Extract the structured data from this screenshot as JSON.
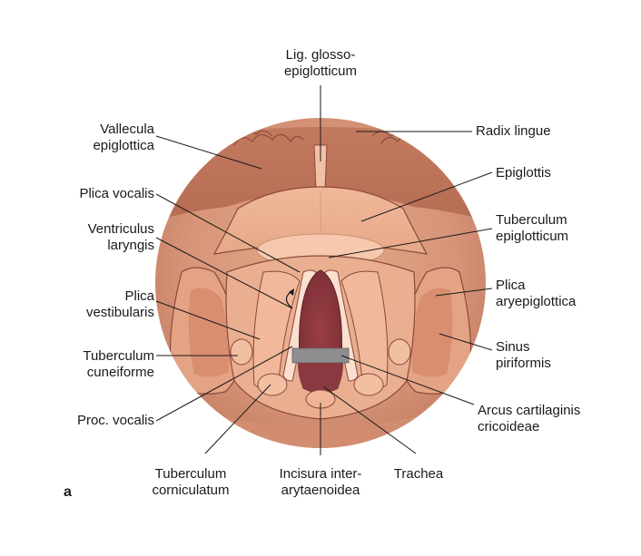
{
  "figure": {
    "panel_label": "a",
    "labels": {
      "lig_glosso": [
        "Lig. glosso-",
        "epiglotticum"
      ],
      "vallecula": [
        "Vallecula",
        "epiglottica"
      ],
      "radix": [
        "Radix lingue"
      ],
      "epiglottis": [
        "Epiglottis"
      ],
      "plica_vocalis": [
        "Plica vocalis"
      ],
      "ventriculus": [
        "Ventriculus",
        "laryngis"
      ],
      "tuberculum_epi": [
        "Tuberculum",
        "epiglotticum"
      ],
      "plica_vest": [
        "Plica",
        "vestibularis"
      ],
      "plica_arye": [
        "Plica",
        "aryepiglottica"
      ],
      "tuberculum_cun": [
        "Tuberculum",
        "cuneiforme"
      ],
      "sinus": [
        "Sinus",
        "piriformis"
      ],
      "proc_vocalis": [
        "Proc. vocalis"
      ],
      "arcus": [
        "Arcus cartilaginis",
        "cricoideae"
      ],
      "tuberculum_corn": [
        "Tuberculum",
        "corniculatum"
      ],
      "incisura": [
        "Incisura inter-",
        "arytaenoidea"
      ],
      "trachea": [
        "Trachea"
      ]
    }
  }
}
